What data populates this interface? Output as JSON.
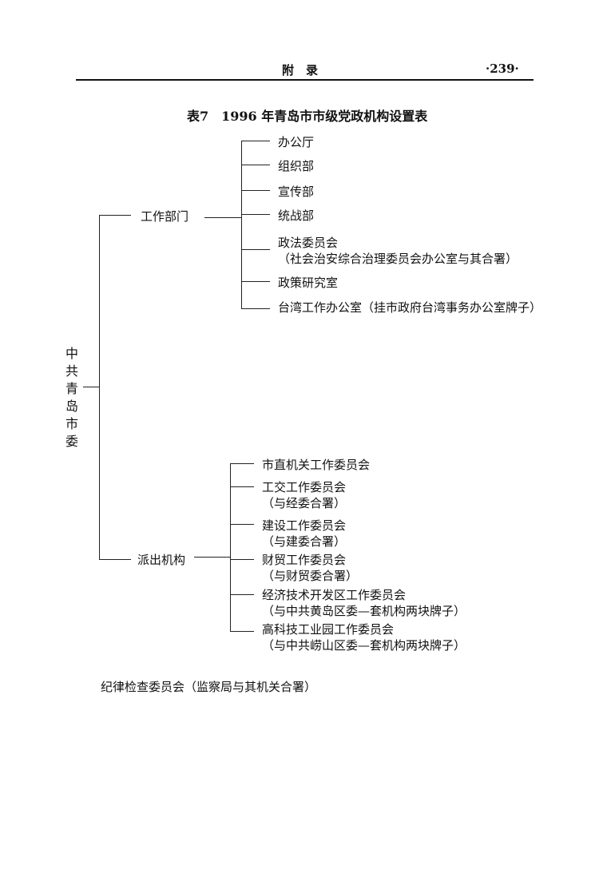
{
  "header": {
    "section": "附　录",
    "page_number": "·239·"
  },
  "title": "表7　1996 年青岛市市级党政机构设置表",
  "root": {
    "chars": [
      "中",
      "共",
      "青",
      "岛",
      "市",
      "委"
    ]
  },
  "branches": {
    "work_departments": {
      "label": "工作部门",
      "items": [
        {
          "line1": "办公厅"
        },
        {
          "line1": "组织部"
        },
        {
          "line1": "宣传部"
        },
        {
          "line1": "统战部"
        },
        {
          "line1": "政法委员会",
          "line2": "（社会治安综合治理委员会办公室与其合署）"
        },
        {
          "line1": "政策研究室"
        },
        {
          "line1": "台湾工作办公室（挂市政府台湾事务办公室牌子）"
        }
      ]
    },
    "dispatched_bodies": {
      "label": "派出机构",
      "items": [
        {
          "line1": "市直机关工作委员会"
        },
        {
          "line1": "工交工作委员会",
          "line2": "（与经委合署）"
        },
        {
          "line1": "建设工作委员会",
          "line2": "（与建委合署）"
        },
        {
          "line1": "财贸工作委员会",
          "line2": "（与财贸委合署）"
        },
        {
          "line1": "经济技术开发区工作委员会",
          "line2": "（与中共黄岛区委—套机构两块牌子）"
        },
        {
          "line1": "高科技工业园工作委员会",
          "line2": "（与中共崂山区委—套机构两块牌子）"
        }
      ]
    }
  },
  "footer": "纪律检查委员会（监察局与其机关合署）"
}
